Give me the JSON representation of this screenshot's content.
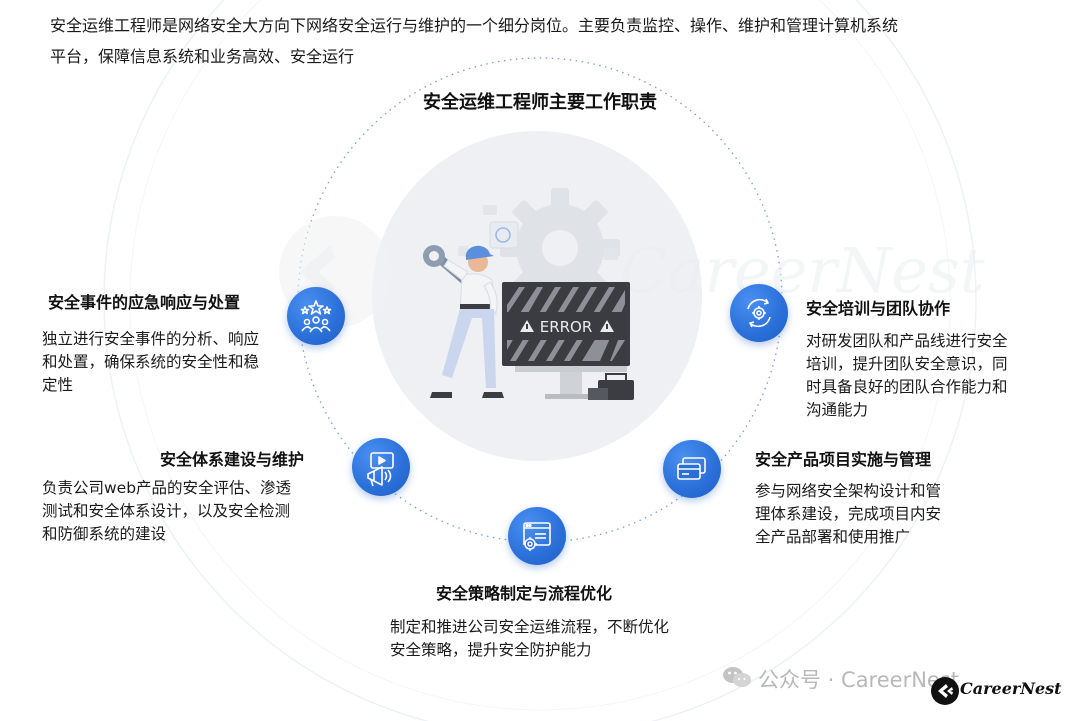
{
  "intro": {
    "line1": "安全运维工程师是网络安全大方向下网络安全运行与维护的一个细分岗位。主要负责监控、操作、维护和管理计算机系统",
    "line2": "平台，保障信息系统和业务高效、安全运行"
  },
  "title": "安全运维工程师主要工作职责",
  "center": {
    "screen_text": "ERROR",
    "watermark": "CareerNest"
  },
  "nodes": [
    {
      "title": "安全事件的应急响应与处置",
      "icon": "team-stars-icon",
      "desc": [
        "独立进行安全事件的分析、响应",
        "和处置，确保系统的安全性和稳",
        "定性"
      ]
    },
    {
      "title": "安全体系建设与维护",
      "icon": "presentation-megaphone-icon",
      "desc": [
        "负责公司web产品的安全评估、渗透",
        "测试和安全体系设计，以及安全检测",
        "和防御系统的建设"
      ]
    },
    {
      "title": "安全策略制定与流程优化",
      "icon": "browser-gear-icon",
      "desc": [
        "制定和推进公司安全运维流程，不断优化",
        "安全策略，提升安全防护能力"
      ]
    },
    {
      "title": "安全产品项目实施与管理",
      "icon": "credit-card-icon",
      "desc": [
        "参与网络安全架构设计和管",
        "理体系建设，完成项目内安",
        "全产品部署和使用推广"
      ]
    },
    {
      "title": "安全培训与团队协作",
      "icon": "cycle-gear-icon",
      "desc": [
        "对研发团队和产品线进行安全",
        "培训，提升团队安全意识，同",
        "时具备良好的团队合作能力和",
        "沟通能力"
      ]
    }
  ],
  "footer": {
    "wechat_label": "公众号 · CareerNest",
    "brand": "CareerNest"
  },
  "colors": {
    "accent": "#2a6fd8",
    "ring": "#5b8fdc",
    "center_bg": "#eef0f3"
  }
}
